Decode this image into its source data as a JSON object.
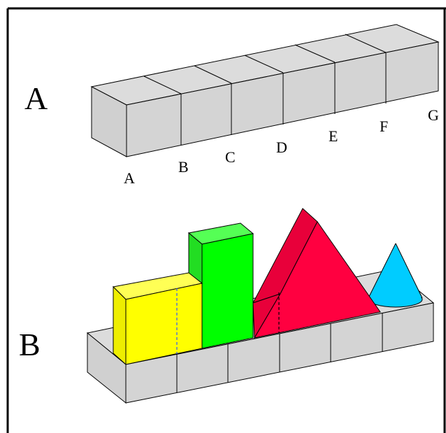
{
  "panels": {
    "a_label": "A",
    "b_label": "B"
  },
  "column_letters": [
    "A",
    "B",
    "C",
    "D",
    "E",
    "F",
    "G"
  ],
  "colors": {
    "frame": "#000000",
    "box_face": "#d4d4d4",
    "box_top": "#dcdcdc",
    "box_edge": "#000000",
    "yellow_block": "#ffff00",
    "green_block": "#00ff00",
    "red_prism": "#ff0040",
    "cyan_cone": "#00ccff"
  },
  "shapes": [
    {
      "name": "yellow-cuboid",
      "color": "yellow"
    },
    {
      "name": "green-cuboid",
      "color": "green"
    },
    {
      "name": "red-pyramid",
      "color": "red"
    },
    {
      "name": "blue-cone",
      "color": "cyan"
    }
  ]
}
